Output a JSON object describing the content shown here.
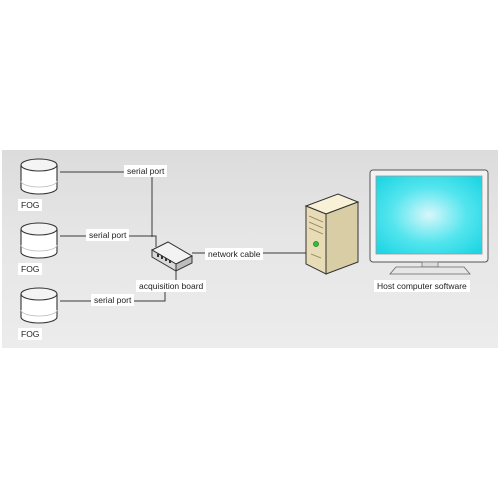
{
  "labels": {
    "fog_1": "FOG",
    "fog_2": "FOG",
    "fog_3": "FOG",
    "serial_port_1": "serial port",
    "serial_port_2": "serial port",
    "serial_port_3": "serial port",
    "acquisition_board": "acquisition board",
    "network_cable": "network cable",
    "host_software": "Host computer software"
  },
  "colors": {
    "panel_background": "#e4e4e4",
    "screen": "#2ee6ef",
    "screen_glow": "#d8f7fb",
    "case": "#efe6c8",
    "monitor_bezel": "#f2f2f2",
    "wire": "#333333"
  }
}
